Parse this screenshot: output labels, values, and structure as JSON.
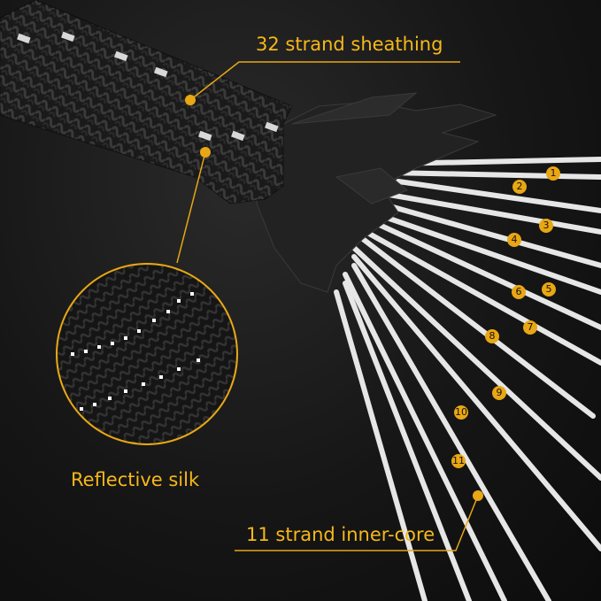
{
  "labels": {
    "sheathing": "32 strand sheathing",
    "reflective": "Reflective silk",
    "core": "11 strand inner-core"
  },
  "strand_numbers": [
    "1",
    "2",
    "3",
    "4",
    "5",
    "6",
    "7",
    "8",
    "9",
    "10",
    "11"
  ],
  "colors": {
    "accent": "#f6b81a",
    "badge": "#e8a714",
    "strand": "#e8e8e8",
    "sheath": "#1c1c1c"
  }
}
